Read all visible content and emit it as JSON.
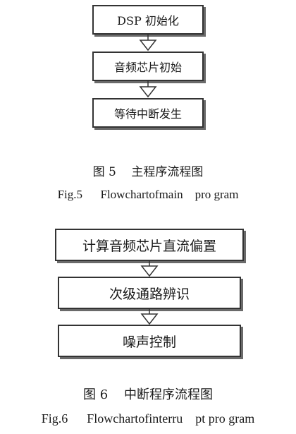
{
  "flowchart_1": {
    "steps": [
      "DSP 初始化",
      "音频芯片初始",
      "等待中断发生"
    ],
    "caption_cn": "图 5    主程序流程图",
    "caption_en": "Fig.5      Flowchartofmain    pro gram"
  },
  "flowchart_2": {
    "steps": [
      "计算音频芯片直流偏置",
      "次级通路辨识",
      "噪声控制"
    ],
    "caption_cn": "图 6    中断程序流程图",
    "caption_en": "Fig.6      Flowchartofinterru    pt pro gram"
  },
  "colors": {
    "stroke": "#333333",
    "shadow": "#6a6a6a"
  }
}
